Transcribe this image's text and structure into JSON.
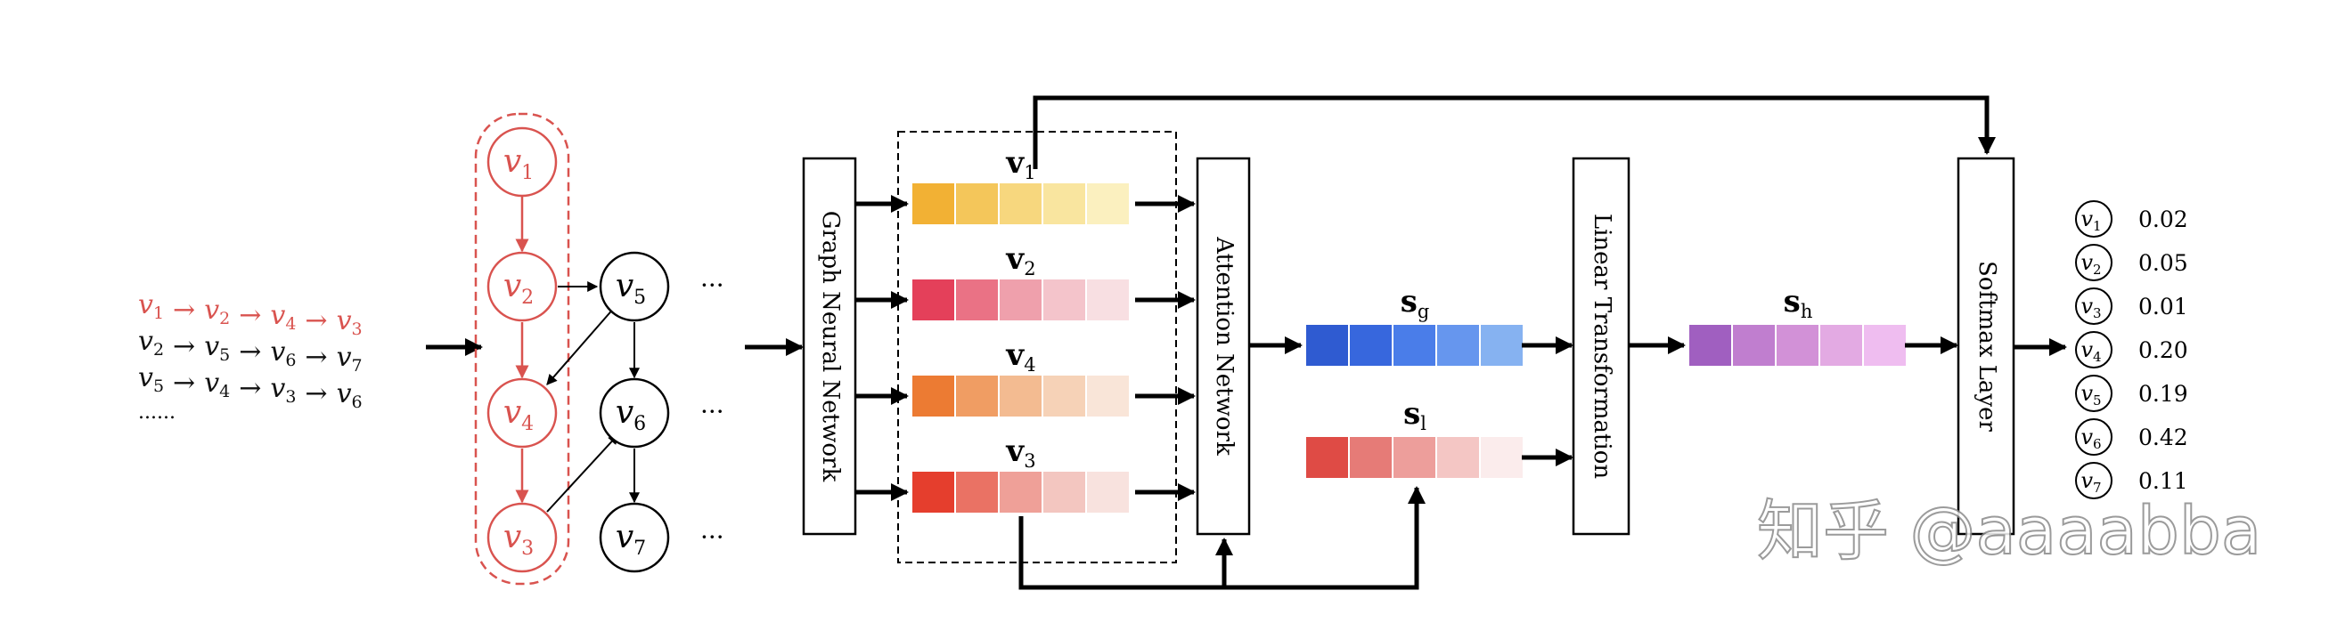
{
  "sessions": {
    "lines": [
      {
        "nodes": [
          "v1",
          "v2",
          "v4",
          "v3"
        ],
        "color": "#d9534f"
      },
      {
        "nodes": [
          "v2",
          "v5",
          "v6",
          "v7"
        ],
        "color": "#111111"
      },
      {
        "nodes": [
          "v5",
          "v4",
          "v3",
          "v6"
        ],
        "color": "#111111"
      }
    ],
    "more": "......",
    "arrow_glyph": "→"
  },
  "graph": {
    "nodes": [
      {
        "label": "v",
        "sub": "1",
        "highlight": true
      },
      {
        "label": "v",
        "sub": "2",
        "highlight": true
      },
      {
        "label": "v",
        "sub": "4",
        "highlight": true
      },
      {
        "label": "v",
        "sub": "3",
        "highlight": true
      },
      {
        "label": "v",
        "sub": "5",
        "highlight": false
      },
      {
        "label": "v",
        "sub": "6",
        "highlight": false
      },
      {
        "label": "v",
        "sub": "7",
        "highlight": false
      }
    ],
    "ellipsis": "···"
  },
  "gnn": {
    "label": "Graph Neural Network"
  },
  "embeddings": [
    {
      "label": "v",
      "sub": "1",
      "colors": [
        "#f2b134",
        "#f4c65a",
        "#f7d77e",
        "#f9e59f",
        "#fbf0bf"
      ]
    },
    {
      "label": "v",
      "sub": "2",
      "colors": [
        "#e4405a",
        "#ea7285",
        "#efa0ac",
        "#f4c4cb",
        "#f8dfe2"
      ]
    },
    {
      "label": "v",
      "sub": "4",
      "colors": [
        "#ec7b33",
        "#f09d63",
        "#f3bb91",
        "#f6d2b7",
        "#f9e5d8"
      ]
    },
    {
      "label": "v",
      "sub": "3",
      "colors": [
        "#e53e2d",
        "#ea7264",
        "#efa098",
        "#f3c6c0",
        "#f8e2de"
      ]
    }
  ],
  "attention": {
    "label": "Attention Network"
  },
  "sg": {
    "label": "s",
    "sub": "g",
    "colors": [
      "#2f5bd1",
      "#3767dd",
      "#4a7de9",
      "#6696ee",
      "#86b2f1"
    ]
  },
  "sl": {
    "label": "s",
    "sub": "l",
    "colors": [
      "#df4b45",
      "#e67b77",
      "#ed9e9b",
      "#f4c6c4",
      "#fbecec"
    ]
  },
  "linear": {
    "label": "Linear Transformation"
  },
  "sh": {
    "label": "s",
    "sub": "h",
    "colors": [
      "#a05fc0",
      "#c07ecf",
      "#d291d7",
      "#e3aae3",
      "#efbdf0"
    ]
  },
  "softmax": {
    "label": "Softmax Layer"
  },
  "outputs": [
    {
      "node": "v",
      "sub": "1",
      "score": "0.02"
    },
    {
      "node": "v",
      "sub": "2",
      "score": "0.05"
    },
    {
      "node": "v",
      "sub": "3",
      "score": "0.01"
    },
    {
      "node": "v",
      "sub": "4",
      "score": "0.20"
    },
    {
      "node": "v",
      "sub": "5",
      "score": "0.19"
    },
    {
      "node": "v",
      "sub": "6",
      "score": "0.42"
    },
    {
      "node": "v",
      "sub": "7",
      "score": "0.11"
    }
  ],
  "watermark": "知乎 @aaaabba"
}
